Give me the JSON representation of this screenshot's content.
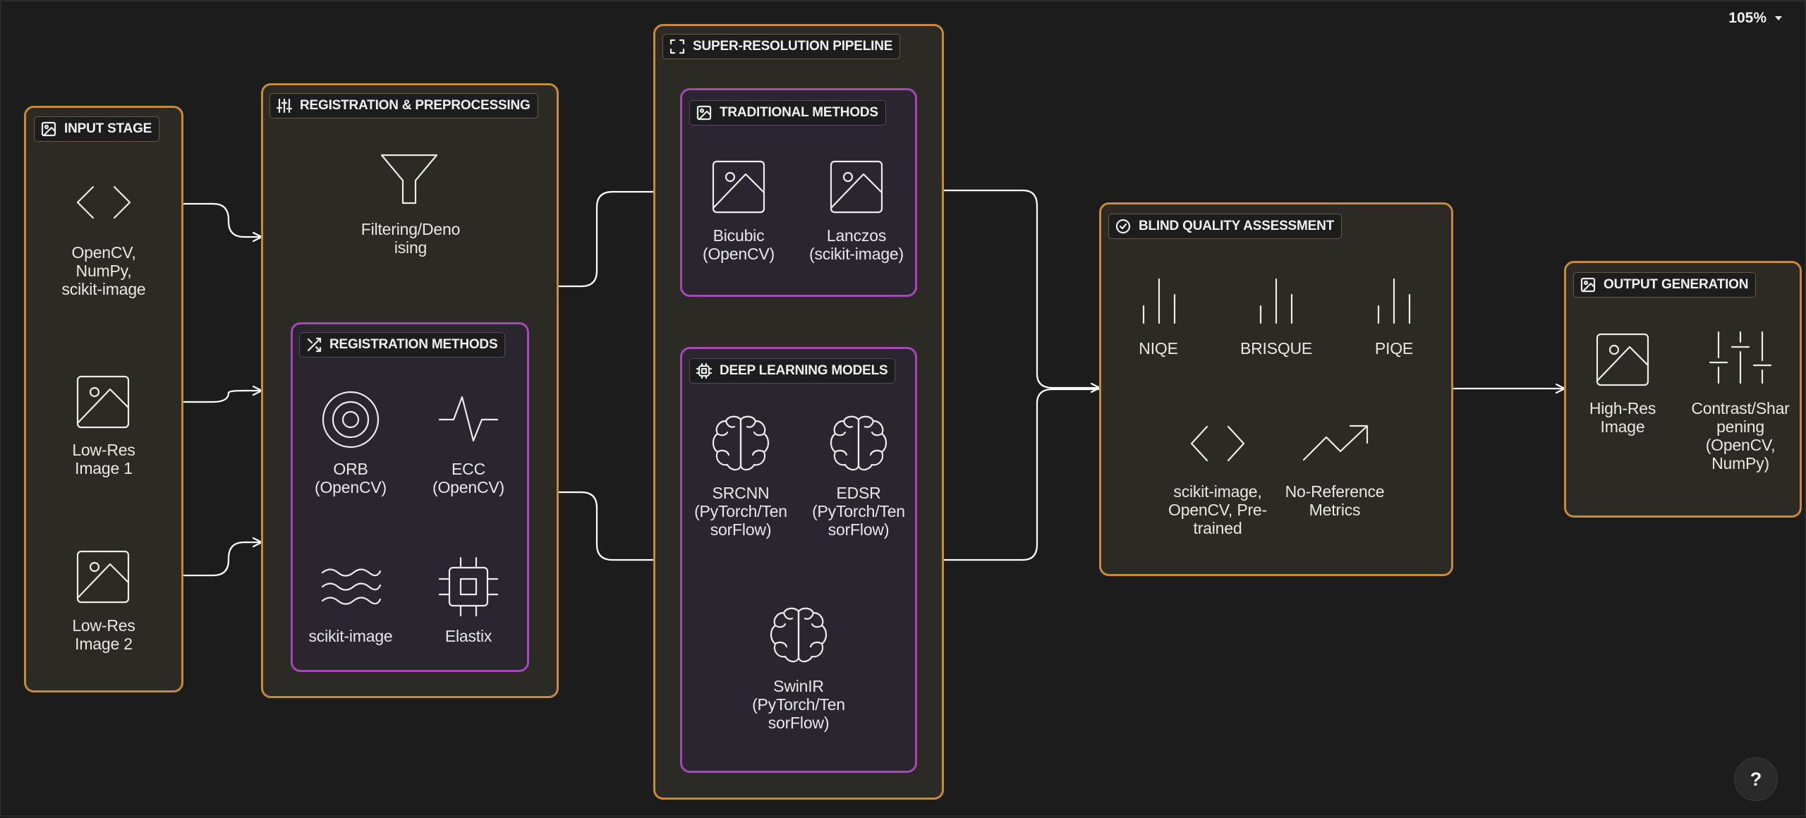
{
  "toolbar": {
    "zoom_label": "105%",
    "help_label": "?"
  },
  "stages": {
    "input": {
      "label": "INPUT STAGE",
      "items": [
        "OpenCV,\nNumPy,\nscikit-image",
        "Low-Res\nImage 1",
        "Low-Res\nImage 2"
      ]
    },
    "registration": {
      "label": "REGISTRATION & PREPROCESSING",
      "filter_caption": "Filtering/Deno\nising",
      "methods": {
        "label": "REGISTRATION METHODS",
        "items": [
          "ORB\n(OpenCV)",
          "ECC\n(OpenCV)",
          "scikit-image",
          "Elastix"
        ]
      }
    },
    "super_resolution": {
      "label": "SUPER-RESOLUTION PIPELINE",
      "traditional": {
        "label": "TRADITIONAL METHODS",
        "items": [
          "Bicubic\n(OpenCV)",
          "Lanczos\n(scikit-image)"
        ]
      },
      "deep_learning": {
        "label": "DEEP LEARNING MODELS",
        "items": [
          "SRCNN\n(PyTorch/Ten\nsorFlow)",
          "EDSR\n(PyTorch/Ten\nsorFlow)",
          "SwinIR\n(PyTorch/Ten\nsorFlow)"
        ]
      }
    },
    "quality": {
      "label": "BLIND QUALITY ASSESSMENT",
      "metrics": [
        "NIQE",
        "BRISQUE",
        "PIQE"
      ],
      "tools": [
        "scikit-image,\nOpenCV, Pre-\ntrained",
        "No-Reference\nMetrics"
      ]
    },
    "output": {
      "label": "OUTPUT GENERATION",
      "items": [
        "High-Res\nImage",
        "Contrast/Shar\npening\n(OpenCV,\nNumPy)"
      ]
    }
  },
  "colors": {
    "background": "#1c1c1c",
    "stage_border": "#c88a38",
    "stage_fill": "#2c2a24",
    "group_border": "#a548b8",
    "group_fill": "#2b2530",
    "text": "#ececec",
    "connector": "#ffffff"
  }
}
